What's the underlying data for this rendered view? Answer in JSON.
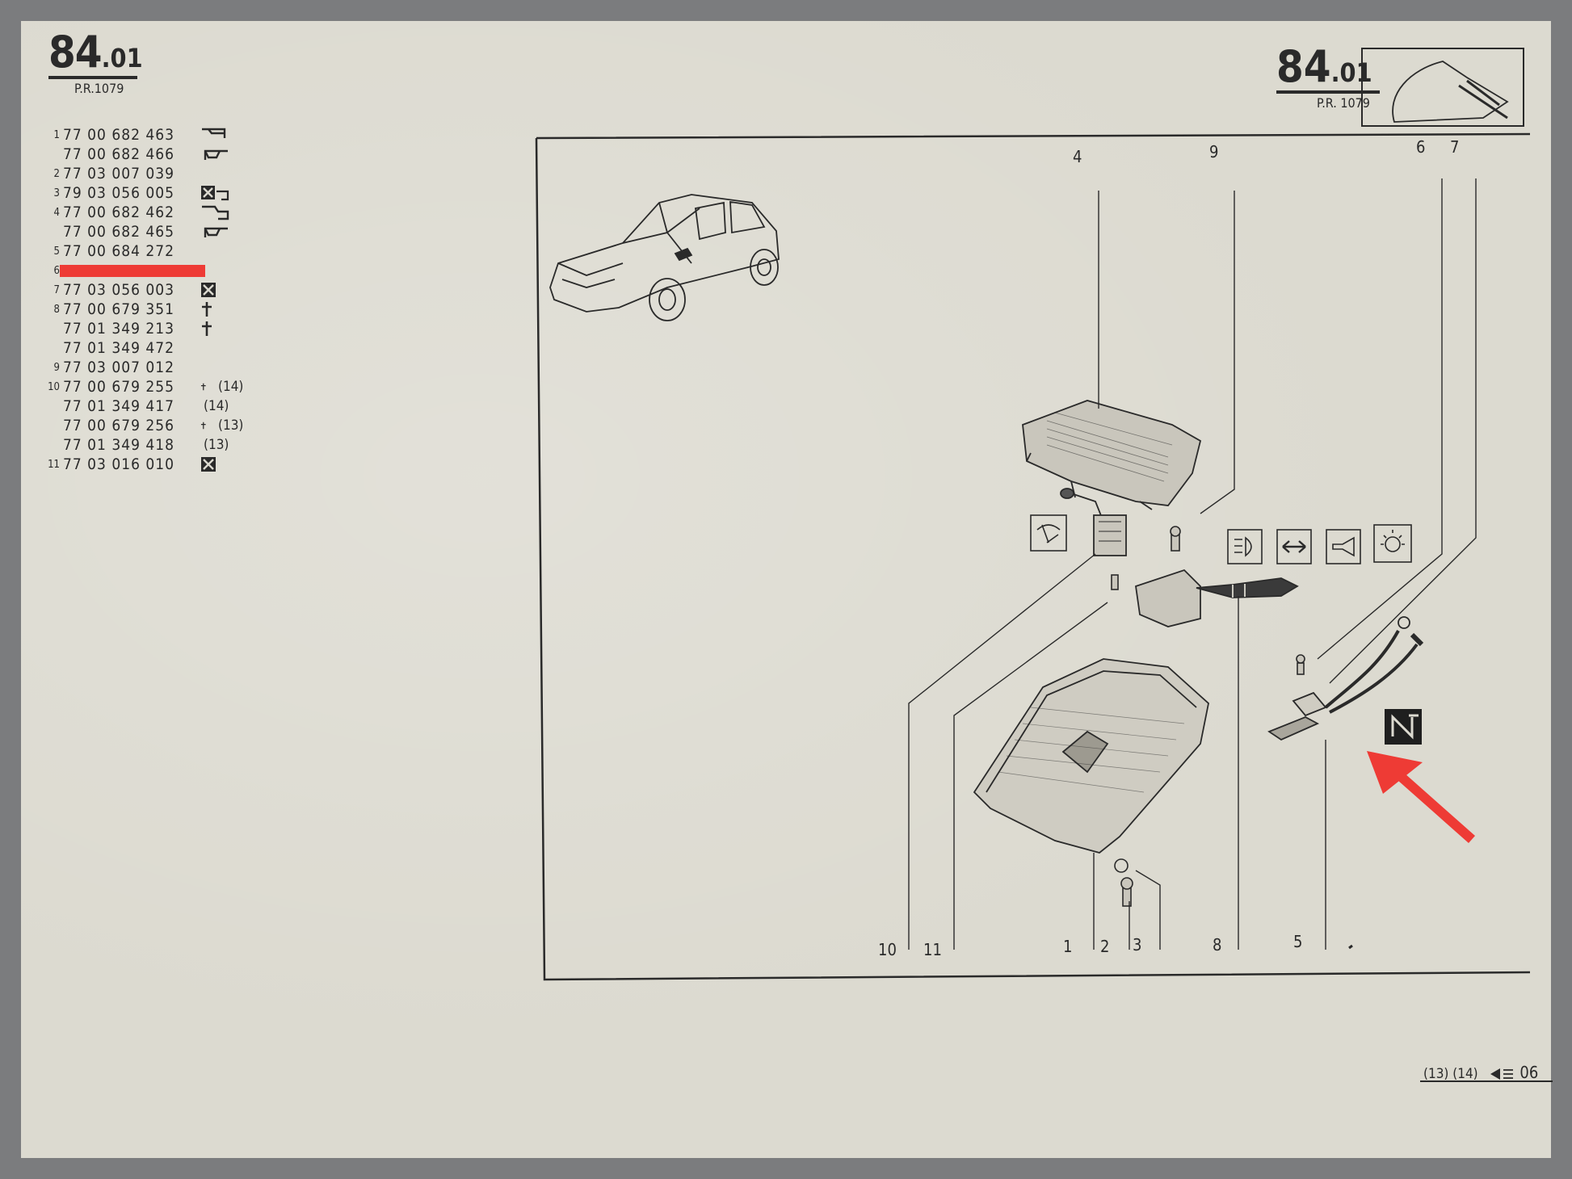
{
  "header": {
    "ref_major": "84",
    "ref_minor": ".01",
    "pr_label": "P.R.1079",
    "pr_label_right": "P.R. 1079"
  },
  "parts": [
    {
      "item": "1",
      "number": "77 00 682 463",
      "note": "",
      "symbol": "lhd-icon"
    },
    {
      "item": "",
      "number": "77 00 682 466",
      "note": "",
      "symbol": "rhd-icon"
    },
    {
      "item": "2",
      "number": "77 03 007 039",
      "note": "",
      "symbol": ""
    },
    {
      "item": "3",
      "number": "79 03 056 005",
      "note": "",
      "symbol": "cross-box-lhd-icon"
    },
    {
      "item": "4",
      "number": "77 00 682 462",
      "note": "",
      "symbol": "lhd-icon"
    },
    {
      "item": "",
      "number": "77 00 682 465",
      "note": "",
      "symbol": "rhd-icon"
    },
    {
      "item": "5",
      "number": "77 00 684 272",
      "note": "",
      "symbol": ""
    },
    {
      "item": "6",
      "number": "",
      "note": "",
      "symbol": ""
    },
    {
      "item": "7",
      "number": "77 03 056 003",
      "note": "",
      "symbol": "cross-box-icon"
    },
    {
      "item": "8",
      "number": "77 00 679 351",
      "note": "",
      "symbol": "dagger-icon"
    },
    {
      "item": "",
      "number": "77 01 349 213",
      "note": "",
      "symbol": "dagger-icon"
    },
    {
      "item": "",
      "number": "77 01 349 472",
      "note": "",
      "symbol": ""
    },
    {
      "item": "9",
      "number": "77 03 007 012",
      "note": "",
      "symbol": ""
    },
    {
      "item": "10",
      "number": "77 00 679 255",
      "note": "(14)",
      "symbol": "dagger-icon"
    },
    {
      "item": "",
      "number": "77 01 349 417",
      "note": "(14)",
      "symbol": ""
    },
    {
      "item": "",
      "number": "77 00 679 256",
      "note": "(13)",
      "symbol": "dagger-icon"
    },
    {
      "item": "",
      "number": "77 01 349 418",
      "note": "(13)",
      "symbol": ""
    },
    {
      "item": "11",
      "number": "77 03 016 010",
      "note": "",
      "symbol": "cross-box-icon"
    }
  ],
  "callouts": [
    "4",
    "9",
    "6",
    "7",
    "10",
    "11",
    "1",
    "2",
    "3",
    "8",
    "5"
  ],
  "function_icons": [
    "wiper-icon",
    "headlight-icon",
    "indicator-arrow-icon",
    "horn-icon",
    "light-bulb-icon"
  ],
  "footer": {
    "text": "(13) (14)",
    "code": "06"
  },
  "colors": {
    "paper": "#dcdad0",
    "ink": "#2a2a2a",
    "highlight": "#ee3b35",
    "frame": "#7b7c7e"
  }
}
